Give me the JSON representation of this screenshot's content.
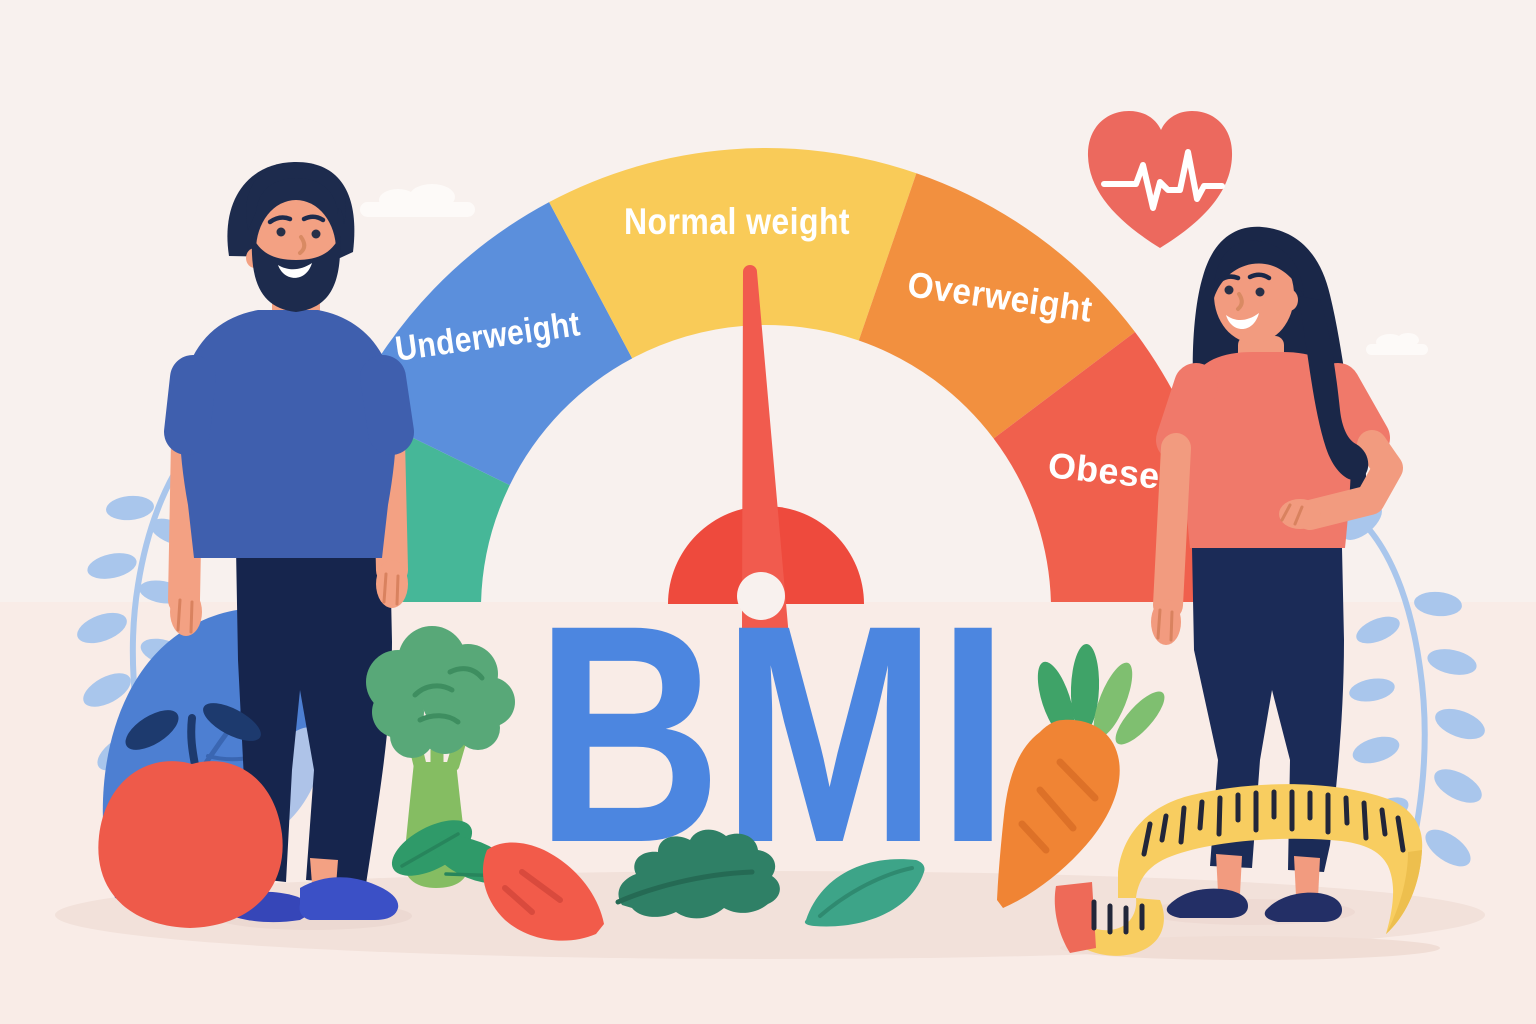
{
  "title": "BMI",
  "title_color": "#4c86e0",
  "background": {
    "top": "#f8f1ee",
    "bottom": "#f9ece7",
    "shadow": "#f2e1da",
    "cloud": "#fdfaf8"
  },
  "gauge": {
    "type": "gauge",
    "description": "Semicircular BMI meter with needle pointing at Normal weight",
    "label_color": "#ffffff",
    "segments": [
      {
        "id": "severely-underweight",
        "label": "",
        "color": "#46b798"
      },
      {
        "id": "underweight",
        "label": "Underweight",
        "color": "#5b8fdc"
      },
      {
        "id": "normal-weight",
        "label": "Normal weight",
        "color": "#f9cb58"
      },
      {
        "id": "overweight",
        "label": "Overweight",
        "color": "#f2903f"
      },
      {
        "id": "obese",
        "label": "Obese",
        "color": "#f0604d"
      }
    ],
    "needle": {
      "color": "#f15b4e",
      "hub_color": "#ee4a3d",
      "pivot_color": "#f8f1ee",
      "points_to": "Normal weight"
    }
  },
  "people": {
    "man": {
      "skin": "#f3a183",
      "hair": "#1d2b4d",
      "shirt": "#3f5fae",
      "pants": "#16254d",
      "shoes": "#3b50c6"
    },
    "woman": {
      "skin": "#f29b7f",
      "hair": "#1a2748",
      "shirt": "#f0796a",
      "pants": "#1b2b57",
      "shoes": "#232f66"
    }
  },
  "icons": {
    "heart": {
      "color": "#ec695e",
      "ekg_color": "#ffffff"
    }
  },
  "objects": {
    "apple": {
      "body": "#ee5a4a",
      "leaf": "#1d3a6e"
    },
    "broccoli": {
      "head": "#58a878",
      "stalk": "#85bd62",
      "base_leaves": "#2f9a69"
    },
    "carrot": {
      "body": "#f08434",
      "streak": "#dd7128",
      "greens_dark": "#3fa368",
      "greens_light": "#7fbf70"
    },
    "carrot_piece": {
      "body": "#f25b4a",
      "streak": "#d94a3d"
    },
    "kale_leaf": {
      "body": "#2f8066",
      "stem": "#256a54"
    },
    "small_leaf": {
      "body": "#3da488",
      "vein": "#2f8a70"
    },
    "tape": {
      "band": "#f8cd60",
      "shade": "#edbf4e",
      "end_cap": "#ee6a58",
      "ticks": "#22263a"
    },
    "branch": {
      "color": "#a9c6ec"
    },
    "big_leaf": {
      "color": "#4d7fd2",
      "vein": "#3a66b2"
    },
    "small_blue_leaf": {
      "color": "#aec3e8"
    }
  }
}
